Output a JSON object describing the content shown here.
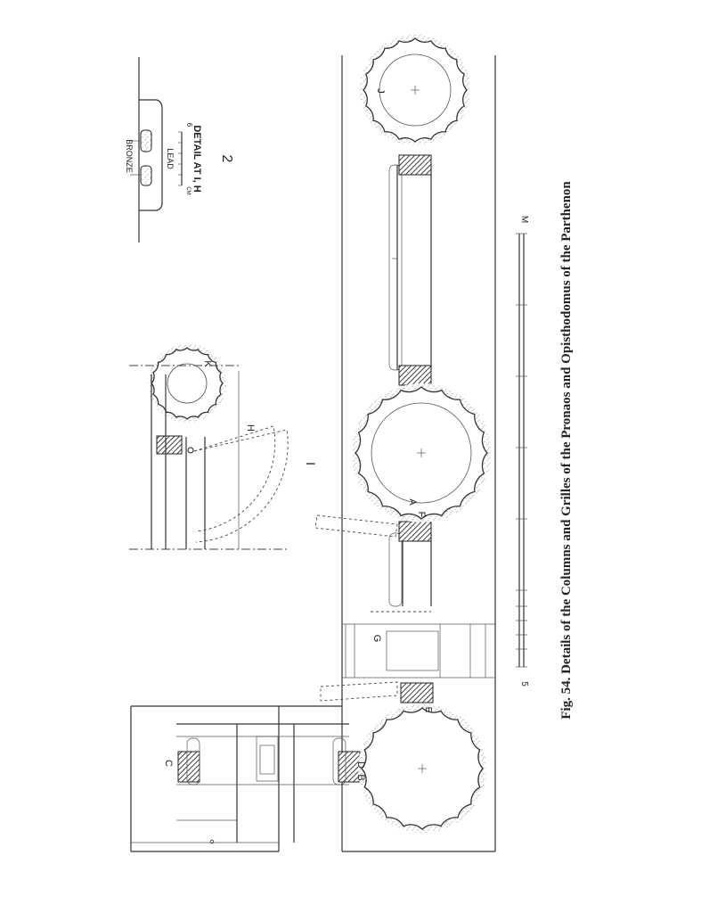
{
  "caption": "Fig. 54. Details of the Columns and Grilles of the Pronaos and Opisthodomus of the Parthenon",
  "detail": {
    "number": "2",
    "title": "DETAIL AT I, H",
    "material_top": "BRONZE",
    "material_bottom": "LEAD",
    "scale_start": "6",
    "scale_unit": "CM"
  },
  "scale_bar": {
    "start": "5",
    "unit": "M"
  },
  "markers": {
    "A": "A",
    "B": "B",
    "C": "C",
    "D": "D",
    "E": "E",
    "F": "F",
    "G": "G",
    "H": "H",
    "I": "I",
    "J": "J",
    "K": "K"
  }
}
